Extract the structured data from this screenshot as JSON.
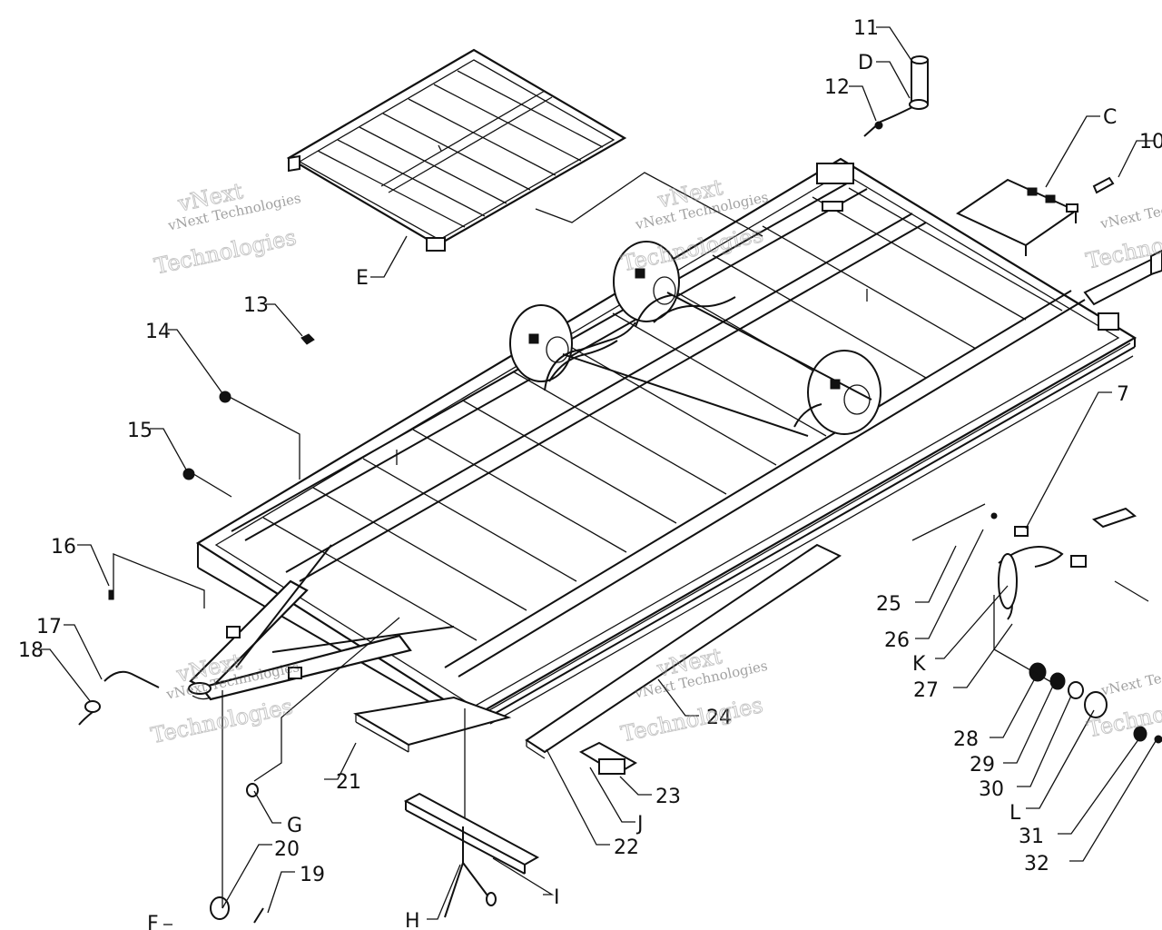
{
  "diagram": {
    "labels": [
      {
        "id": "11",
        "text": "11"
      },
      {
        "id": "D",
        "text": "D"
      },
      {
        "id": "12",
        "text": "12"
      },
      {
        "id": "C",
        "text": "C"
      },
      {
        "id": "10",
        "text": "10"
      },
      {
        "id": "E",
        "text": "E"
      },
      {
        "id": "13",
        "text": "13"
      },
      {
        "id": "14",
        "text": "14"
      },
      {
        "id": "15",
        "text": "15"
      },
      {
        "id": "16",
        "text": "16"
      },
      {
        "id": "17",
        "text": "17"
      },
      {
        "id": "18",
        "text": "18"
      },
      {
        "id": "7",
        "text": "7"
      },
      {
        "id": "25",
        "text": "25"
      },
      {
        "id": "26",
        "text": "26"
      },
      {
        "id": "K",
        "text": "K"
      },
      {
        "id": "27",
        "text": "27"
      },
      {
        "id": "28",
        "text": "28"
      },
      {
        "id": "29",
        "text": "29"
      },
      {
        "id": "30",
        "text": "30"
      },
      {
        "id": "L",
        "text": "L"
      },
      {
        "id": "31",
        "text": "31"
      },
      {
        "id": "32",
        "text": "32"
      },
      {
        "id": "24",
        "text": "24"
      },
      {
        "id": "21",
        "text": "21"
      },
      {
        "id": "23",
        "text": "23"
      },
      {
        "id": "J",
        "text": "J"
      },
      {
        "id": "22",
        "text": "22"
      },
      {
        "id": "G",
        "text": "G"
      },
      {
        "id": "20",
        "text": "20"
      },
      {
        "id": "19",
        "text": "19"
      },
      {
        "id": "F",
        "text": "F"
      },
      {
        "id": "H",
        "text": "H"
      },
      {
        "id": "I",
        "text": "I"
      }
    ]
  },
  "watermark": {
    "small": "vNext Technologies",
    "large": "Technologies",
    "top": "vNext"
  }
}
